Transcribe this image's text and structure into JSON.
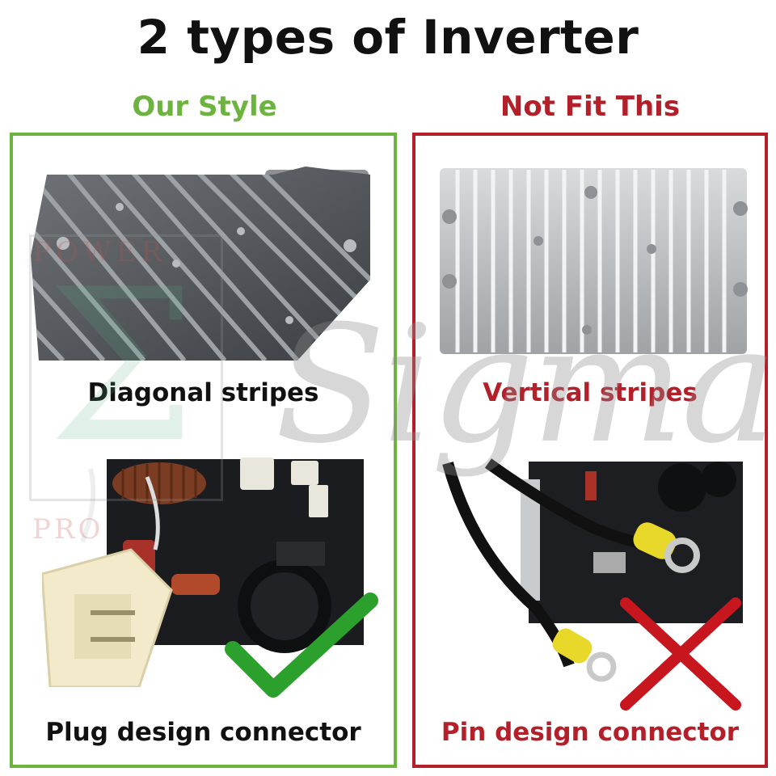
{
  "title": "2 types of Inverter",
  "colors": {
    "good": "#6db33f",
    "bad": "#b3202a"
  },
  "left": {
    "label": "Our  Style",
    "top_caption": "Diagonal stripes",
    "bottom_caption": "Plug design connector",
    "mark": "check-mark-icon"
  },
  "right": {
    "label": "Not Fit This",
    "top_caption": "Vertical stripes",
    "bottom_caption": "Pin design connector",
    "mark": "cross-mark-icon"
  },
  "watermark": {
    "script_text": "Sigma",
    "top_text": "POWER",
    "bottom_text": "PRO"
  }
}
